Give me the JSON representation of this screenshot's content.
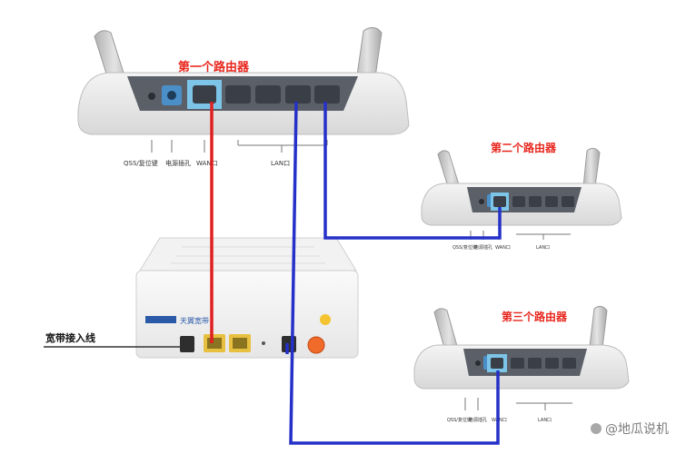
{
  "colors": {
    "red_label": "#e8261d",
    "wan_cable": "#e02020",
    "lan_cable": "#2430c8",
    "port_highlight": "#7cc4e8",
    "modem_port": "#e8c040",
    "power_button": "#f06a2a"
  },
  "routers": [
    {
      "title": "第一个路由器",
      "qss_label": "QSS/复位键",
      "power_label": "电源插孔",
      "wan_label": "WAN口",
      "lan_label": "LAN口"
    },
    {
      "title": "第二个路由器",
      "qss_label": "QSS/复位键",
      "power_label": "电源插孔",
      "wan_label": "WAN口",
      "lan_label": "LAN口"
    },
    {
      "title": "第三个路由器",
      "qss_label": "QSS/复位键",
      "power_label": "电源插孔",
      "wan_label": "WAN口",
      "lan_label": "LAN口"
    }
  ],
  "modem": {
    "brand": "天翼宽带"
  },
  "broadband_label": "宽带接入线",
  "watermark": "@地瓜说机"
}
